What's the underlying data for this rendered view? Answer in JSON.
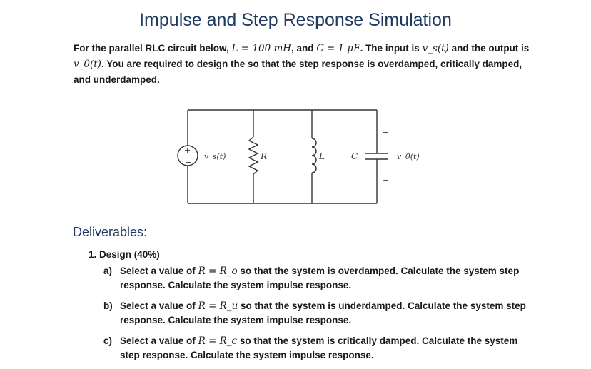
{
  "title": "Impulse and Step Response Simulation",
  "intro": {
    "p1": "For the parallel RLC circuit below, ",
    "m1": "L = 100 mH",
    "p2": ", and ",
    "m2": "C = 1 μF",
    "p3": ". The input is ",
    "m3": "v_s(t)",
    "p4": " and the output is ",
    "m4": "v_0(t)",
    "p5": ". You are required to design the so that the step response is overdamped, critically damped, and underdamped."
  },
  "circuit": {
    "plus": "+",
    "minus": "−",
    "vs_label": "v_s(t)",
    "r_label": "R",
    "l_label": "L",
    "c_label": "C",
    "vo_label": "v_0(t)",
    "out_plus": "+",
    "out_minus": "−"
  },
  "deliverables_heading": "Deliverables:",
  "section": "1.  Design (40%)",
  "items": [
    {
      "letter": "a)",
      "pre": "Select a value of ",
      "math": "R = R_o",
      "post": " so that the system is overdamped. Calculate the system step response. Calculate the system impulse response."
    },
    {
      "letter": "b)",
      "pre": "Select a value of ",
      "math": "R = R_u",
      "post": " so that the system is underdamped. Calculate the system step response. Calculate the system impulse response."
    },
    {
      "letter": "c)",
      "pre": "Select a value of ",
      "math": "R = R_c",
      "post": " so that the system is critically damped. Calculate the system step response. Calculate the system impulse response."
    }
  ]
}
